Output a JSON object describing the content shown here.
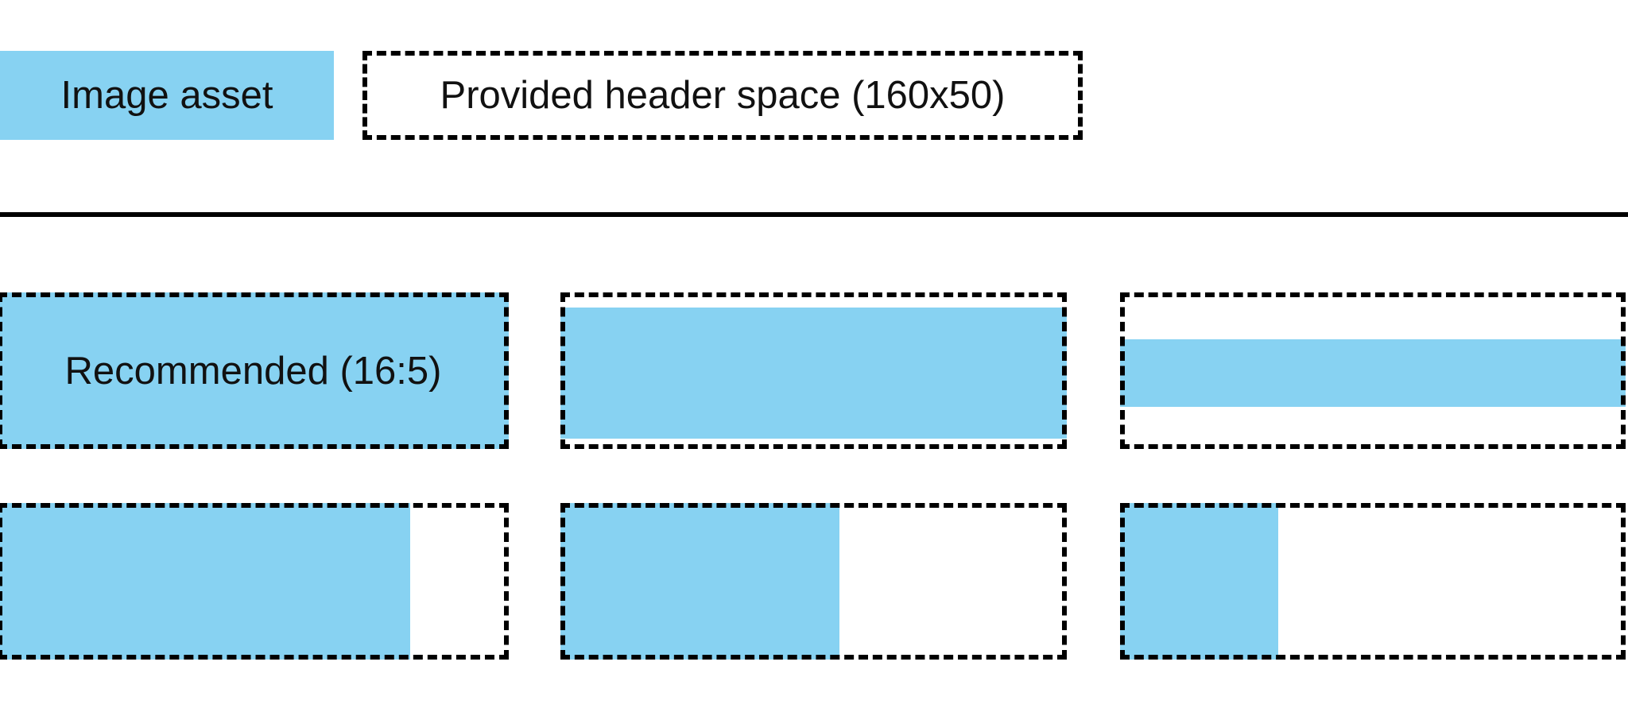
{
  "legend": {
    "image_asset_label": "Image asset",
    "header_space_label": "Provided header space (160x50)"
  },
  "colors": {
    "asset_blue": "#87d2f2",
    "outline_black": "#000000",
    "text_black": "#111111"
  },
  "examples": [
    {
      "label": "Recommended (16:5)",
      "row": 1,
      "col": 1,
      "fill_width_pct": 100,
      "fill_height_pct": 100,
      "fit": "fills-entire-header-space"
    },
    {
      "label": "",
      "row": 1,
      "col": 2,
      "fill_width_pct": 100,
      "fill_height_pct": 84,
      "fit": "letterboxed-vertically-centered"
    },
    {
      "label": "",
      "row": 1,
      "col": 3,
      "fill_width_pct": 100,
      "fill_height_pct": 43,
      "fit": "letterboxed-vertically-centered"
    },
    {
      "label": "",
      "row": 2,
      "col": 1,
      "fill_width_pct": 81,
      "fill_height_pct": 100,
      "fit": "pillarboxed-left-aligned"
    },
    {
      "label": "",
      "row": 2,
      "col": 2,
      "fill_width_pct": 55,
      "fill_height_pct": 100,
      "fit": "pillarboxed-left-aligned"
    },
    {
      "label": "",
      "row": 2,
      "col": 3,
      "fill_width_pct": 31,
      "fill_height_pct": 100,
      "fit": "pillarboxed-left-aligned"
    }
  ]
}
